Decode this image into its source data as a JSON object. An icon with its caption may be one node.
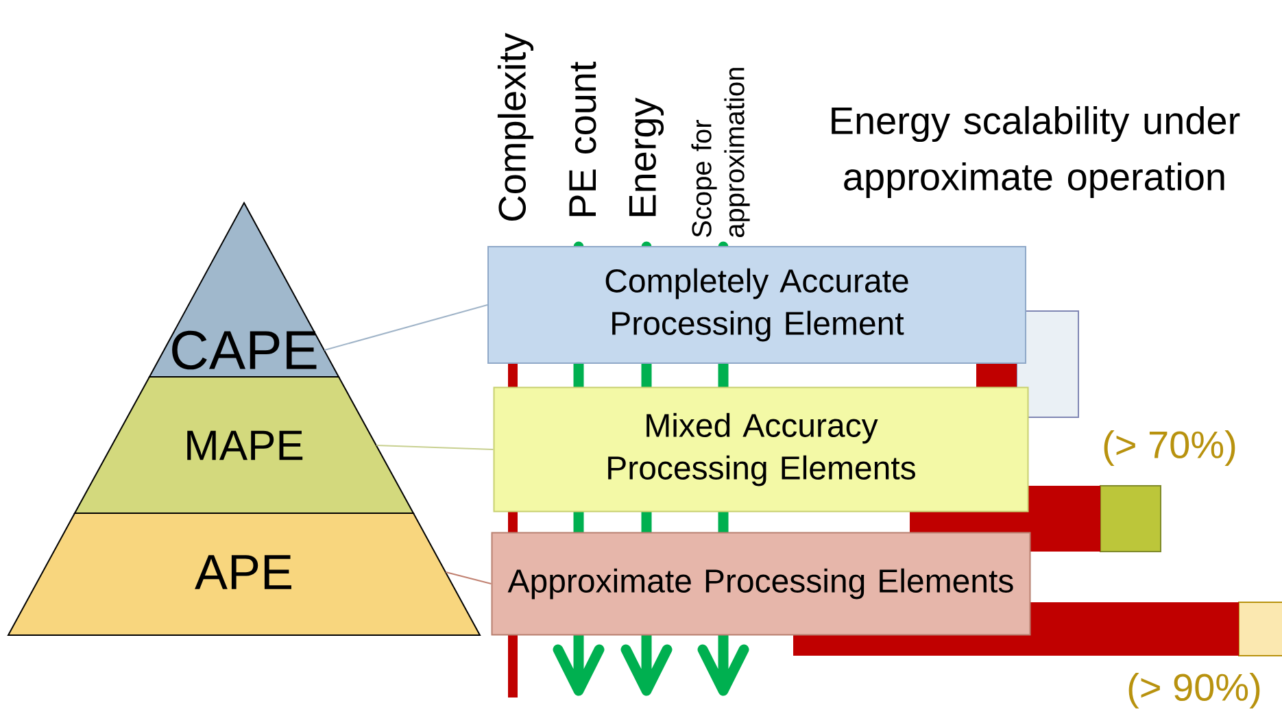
{
  "diagram": {
    "title": "Energy scalability under approximate operation",
    "nodes": [
      {
        "text": [
          "CAPE"
        ]
      },
      {
        "text": [
          "MAPE"
        ]
      },
      {
        "text": [
          "APE"
        ]
      },
      {
        "text": [
          "Completely Accurate Processing Element"
        ]
      },
      {
        "text": [
          "Mixed Accuracy Processing Elements"
        ]
      },
      {
        "text": [
          "Approximate Processing Elements"
        ]
      }
    ],
    "edges": [
      {
        "from": 0,
        "to": 3,
        "arrow": "none",
        "color": "#a0b4c8"
      },
      {
        "from": 1,
        "to": 4,
        "arrow": "none",
        "color": "#c8d090"
      },
      {
        "from": 2,
        "to": 5,
        "arrow": "none",
        "color": "#c08070"
      }
    ],
    "labels": [
      "Complexity",
      "PE count",
      "Energy",
      "Scope for approximation",
      "(> 70%)",
      "(> 90%)"
    ]
  }
}
